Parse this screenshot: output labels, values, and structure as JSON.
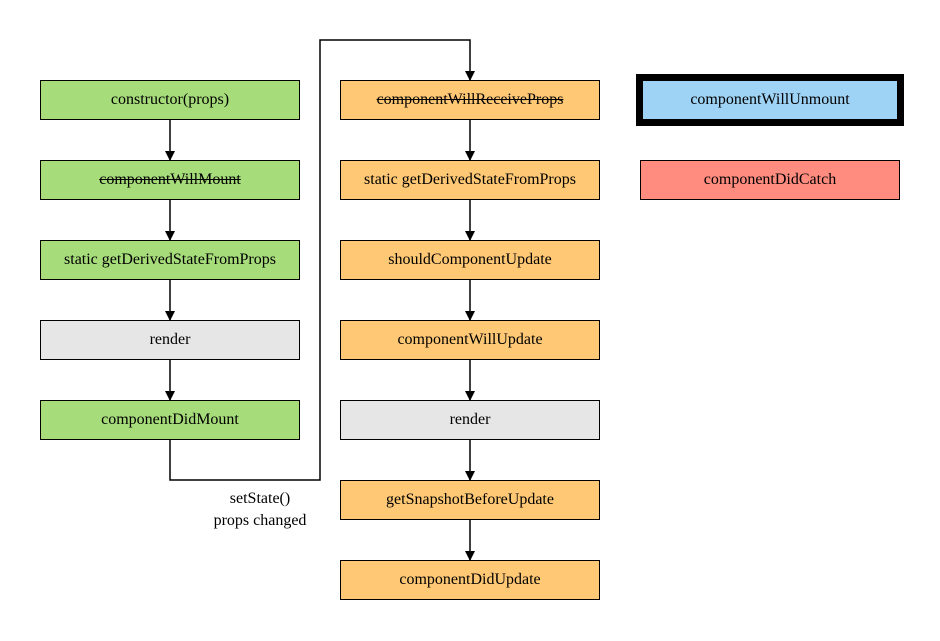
{
  "colors": {
    "mount": "#a6dc7a",
    "update": "#ffc875",
    "render": "#e6e6e6",
    "unmount": "#9fd3f5",
    "error": "#ff8c7f"
  },
  "mount": {
    "nodes": [
      {
        "text": "constructor(props)",
        "color": "mount",
        "deprecated": false
      },
      {
        "text": "componentWillMount",
        "color": "mount",
        "deprecated": true
      },
      {
        "text": "static getDerivedStateFromProps",
        "color": "mount",
        "deprecated": false
      },
      {
        "text": "render",
        "color": "render",
        "deprecated": false
      },
      {
        "text": "componentDidMount",
        "color": "mount",
        "deprecated": false
      }
    ]
  },
  "update": {
    "nodes": [
      {
        "text": "componentWillReceiveProps",
        "color": "update",
        "deprecated": true
      },
      {
        "text": "static getDerivedStateFromProps",
        "color": "update",
        "deprecated": false
      },
      {
        "text": "shouldComponentUpdate",
        "color": "update",
        "deprecated": false
      },
      {
        "text": "componentWillUpdate",
        "color": "update",
        "deprecated": false
      },
      {
        "text": "render",
        "color": "render",
        "deprecated": false
      },
      {
        "text": "getSnapshotBeforeUpdate",
        "color": "update",
        "deprecated": false
      },
      {
        "text": "componentDidUpdate",
        "color": "update",
        "deprecated": false
      }
    ]
  },
  "unmount": {
    "text": "componentWillUnmount",
    "color": "unmount"
  },
  "error": {
    "text": "componentDidCatch",
    "color": "error"
  },
  "transition": {
    "line1": "setState()",
    "line2": "props changed"
  }
}
